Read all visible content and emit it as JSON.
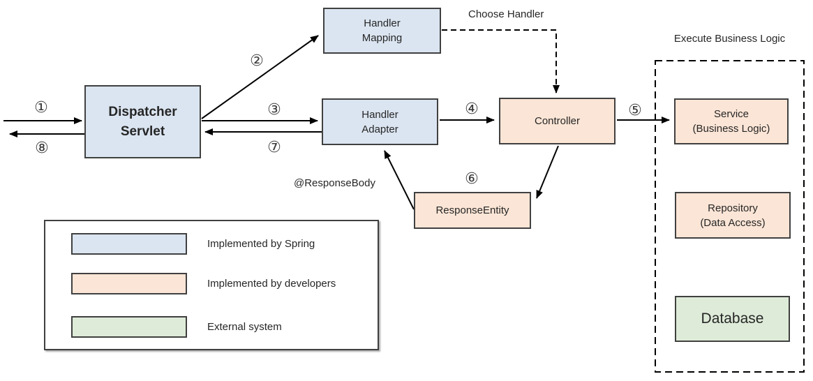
{
  "nodes": {
    "dispatcher_servlet": {
      "line1": "Dispatcher",
      "line2": "Servlet"
    },
    "handler_mapping": {
      "line1": "Handler",
      "line2": "Mapping"
    },
    "handler_adapter": {
      "line1": "Handler",
      "line2": "Adapter"
    },
    "controller": {
      "line1": "Controller"
    },
    "response_entity": {
      "line1": "ResponseEntity"
    },
    "service": {
      "line1": "Service",
      "line2": "(Business Logic)"
    },
    "repository": {
      "line1": "Repository",
      "line2": "(Data Access)"
    },
    "database": {
      "line1": "Database"
    }
  },
  "annotations": {
    "execute_business_logic": "Execute Business Logic",
    "choose_handler": "Choose Handler",
    "response_body": "@ResponseBody"
  },
  "steps": {
    "s1": "①",
    "s2": "②",
    "s3": "③",
    "s4": "④",
    "s5": "⑤",
    "s6": "⑥",
    "s7": "⑦",
    "s8": "⑧"
  },
  "legend": {
    "items": [
      {
        "label": "Implemented by Spring",
        "color": "#dbe5f1"
      },
      {
        "label": "Implemented by developers",
        "color": "#fbe5d6"
      },
      {
        "label": "External system",
        "color": "#deebd8"
      }
    ]
  },
  "colors": {
    "spring_fill": "#dbe5f1",
    "developer_fill": "#fbe5d6",
    "external_fill": "#deebd8",
    "box_border": "#404040",
    "arrow": "#000000"
  }
}
